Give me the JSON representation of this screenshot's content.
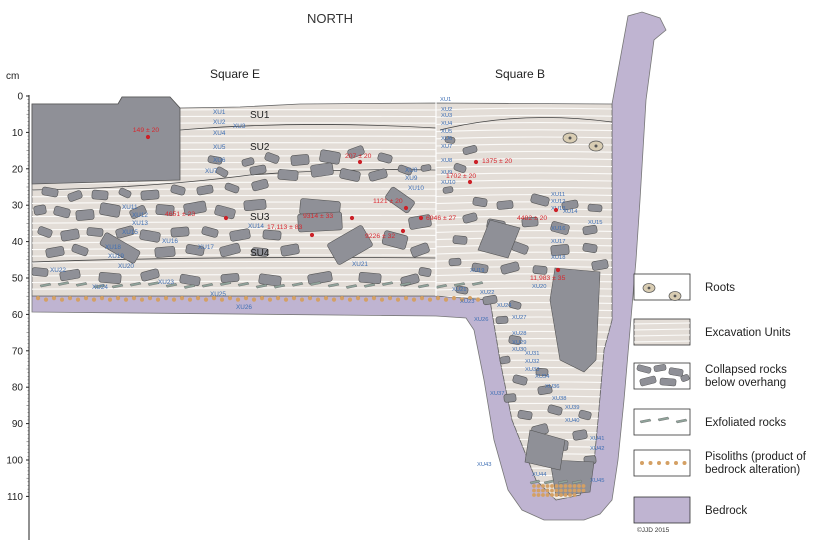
{
  "header": {
    "north": "NORTH",
    "square_e": "Square E",
    "square_b": "Square B"
  },
  "axis": {
    "unit": "cm",
    "ticks": [
      "0",
      "10",
      "20",
      "30",
      "40",
      "50",
      "60",
      "70",
      "80",
      "90",
      "100",
      "110"
    ]
  },
  "strat_units": [
    "SU1",
    "SU2",
    "SU3",
    "SU4"
  ],
  "xu_e": [
    "XU1",
    "XU2",
    "XU3",
    "XU4",
    "XU5",
    "XU6",
    "XU7",
    "XU8",
    "XU9",
    "XU10",
    "XU11",
    "XU12",
    "XU13",
    "XU15",
    "XU16",
    "XU17",
    "XU14",
    "XU18",
    "XU19",
    "XU20",
    "XU21",
    "XU22",
    "XU23",
    "XU24",
    "XU25",
    "XU26"
  ],
  "xu_b": [
    "XU1",
    "XU2",
    "XU3",
    "XU4",
    "XU5",
    "XU6",
    "XU7",
    "XU8",
    "XU9",
    "XU10",
    "XU11",
    "XU12",
    "XU13",
    "XU14",
    "XU15",
    "XU16",
    "XU17",
    "XU18",
    "XU19",
    "XU20",
    "XU21",
    "XU22",
    "XU23",
    "XU24",
    "XU26",
    "XU27",
    "XU28",
    "XU29",
    "XU30",
    "XU31",
    "XU32",
    "XU33",
    "XU34",
    "XU36",
    "XU37",
    "XU38",
    "XU39",
    "XU40",
    "XU41",
    "XU42",
    "XU43",
    "XU44",
    "XU45"
  ],
  "dates": [
    "149 ± 20",
    "207 ± 20",
    "1121 ± 20",
    "9314 ± 33",
    "6946 ± 27",
    "17,113 ± 83",
    "9226 ± 32",
    "4651 ± 23",
    "1375 ± 20",
    "1702 ± 20",
    "4482 ± 20",
    "11,983 ± 35"
  ],
  "legend": [
    {
      "label": "Roots",
      "icon": "roots"
    },
    {
      "label": "Excavation Units",
      "icon": "units"
    },
    {
      "label": "Collapsed rocks below overhang",
      "line1": "Collapsed rocks",
      "line2": "below overhang",
      "icon": "rocks"
    },
    {
      "label": "Exfoliated rocks",
      "icon": "exfoliated"
    },
    {
      "label": "Pisoliths (product of bedrock alteration)",
      "line1": "Pisoliths (product of",
      "line2": "bedrock alteration)",
      "icon": "pisoliths"
    },
    {
      "label": "Bedrock",
      "icon": "bedrock"
    }
  ],
  "copyright": "©JJD 2015",
  "colors": {
    "sediment": "#e3ddd7",
    "rock": "#8f9097",
    "bedrock": "#bfb4d1",
    "pisolith": "#d4a064",
    "exfoliated": "#8fa39a",
    "label_blue": "#3f6fb4",
    "date_red": "#d6282f",
    "dot_red": "#cc2027"
  }
}
